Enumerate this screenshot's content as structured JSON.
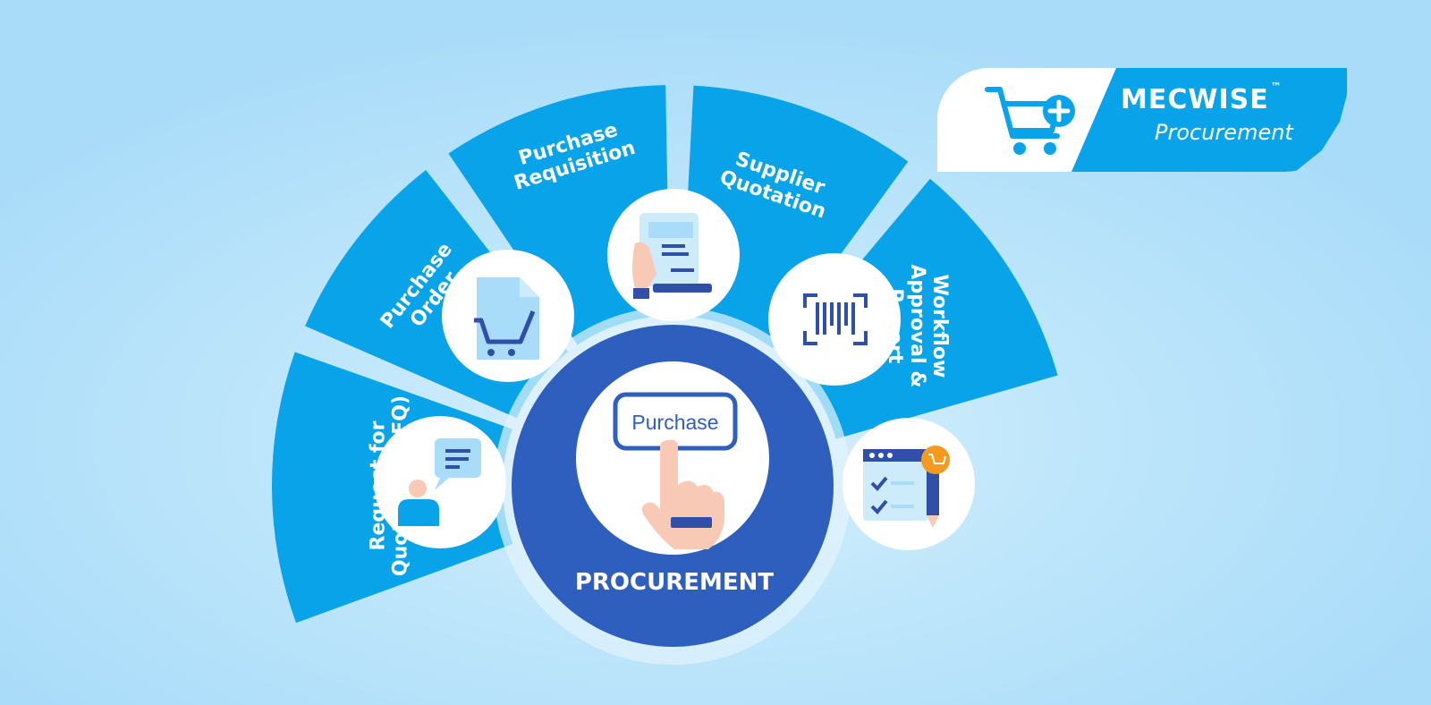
{
  "brand": {
    "name": "MECWISE",
    "trademark": "™",
    "product": "Procurement"
  },
  "center": {
    "title": "PROCUREMENT",
    "button_label": "Purchase"
  },
  "segments": [
    {
      "id": "rfq",
      "lines": [
        "Request for",
        "Quotation (RFQ)"
      ],
      "icon": "chat-person-icon"
    },
    {
      "id": "po",
      "lines": [
        "Purchase",
        "Order"
      ],
      "icon": "document-cart-icon"
    },
    {
      "id": "pr",
      "lines": [
        "Purchase",
        "Requisition"
      ],
      "icon": "receipt-hand-icon"
    },
    {
      "id": "sq",
      "lines": [
        "Supplier",
        "Quotation"
      ],
      "icon": "barcode-icon"
    },
    {
      "id": "war",
      "lines": [
        "Workflow",
        "Approval &",
        "Report"
      ],
      "icon": "checklist-pencil-icon"
    }
  ],
  "colors": {
    "segment": "#08a3e8",
    "center": "#2f5fbe",
    "icon_dark": "#2f4fa8",
    "icon_light": "#a9dcf9",
    "skin": "#f8c9b4",
    "accent": "#f39a1f"
  }
}
